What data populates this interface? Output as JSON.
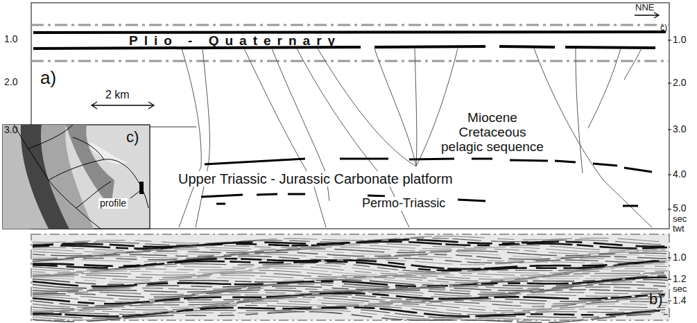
{
  "diagram": {
    "labels": [
      "NNE",
      "1.0",
      "2.0",
      "3.0",
      "1.0",
      "c)",
      "2.0",
      "3.0",
      "4.0",
      "5.0",
      "sec",
      "twt",
      "Plio - Quaternary",
      "a)",
      "2 km",
      "Miocene Cretaceous pelagic sequence",
      "Upper Triassic - Jurassic Carbonate platform",
      "Permo-Triassic",
      "c)",
      "profile",
      "1.0",
      "1.2",
      "sec",
      "1.4",
      "b)"
    ]
  }
}
